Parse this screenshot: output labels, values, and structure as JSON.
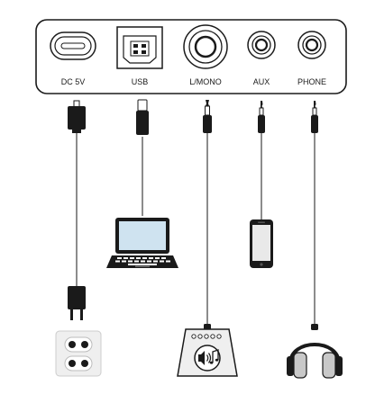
{
  "ports": [
    {
      "id": "dc5v",
      "label": "DC 5V",
      "connector": "usb-c-icon",
      "device": "wall-outlet-icon"
    },
    {
      "id": "usb",
      "label": "USB",
      "connector": "usb-b-icon",
      "device": "laptop-icon"
    },
    {
      "id": "lmono",
      "label": "L/MONO",
      "connector": "quarter-inch-jack-icon",
      "device": "mixer-speaker-icon"
    },
    {
      "id": "aux",
      "label": "AUX",
      "connector": "aux-jack-icon",
      "device": "smartphone-icon"
    },
    {
      "id": "phone",
      "label": "PHONE",
      "connector": "headphone-jack-icon",
      "device": "headphones-icon"
    }
  ],
  "colors": {
    "outline": "#1a1a1a",
    "panel_fill": "#ffffff",
    "screen_blue": "#cfe3f0",
    "device_gray": "#c8c8c8",
    "light_gray": "#efefef"
  }
}
